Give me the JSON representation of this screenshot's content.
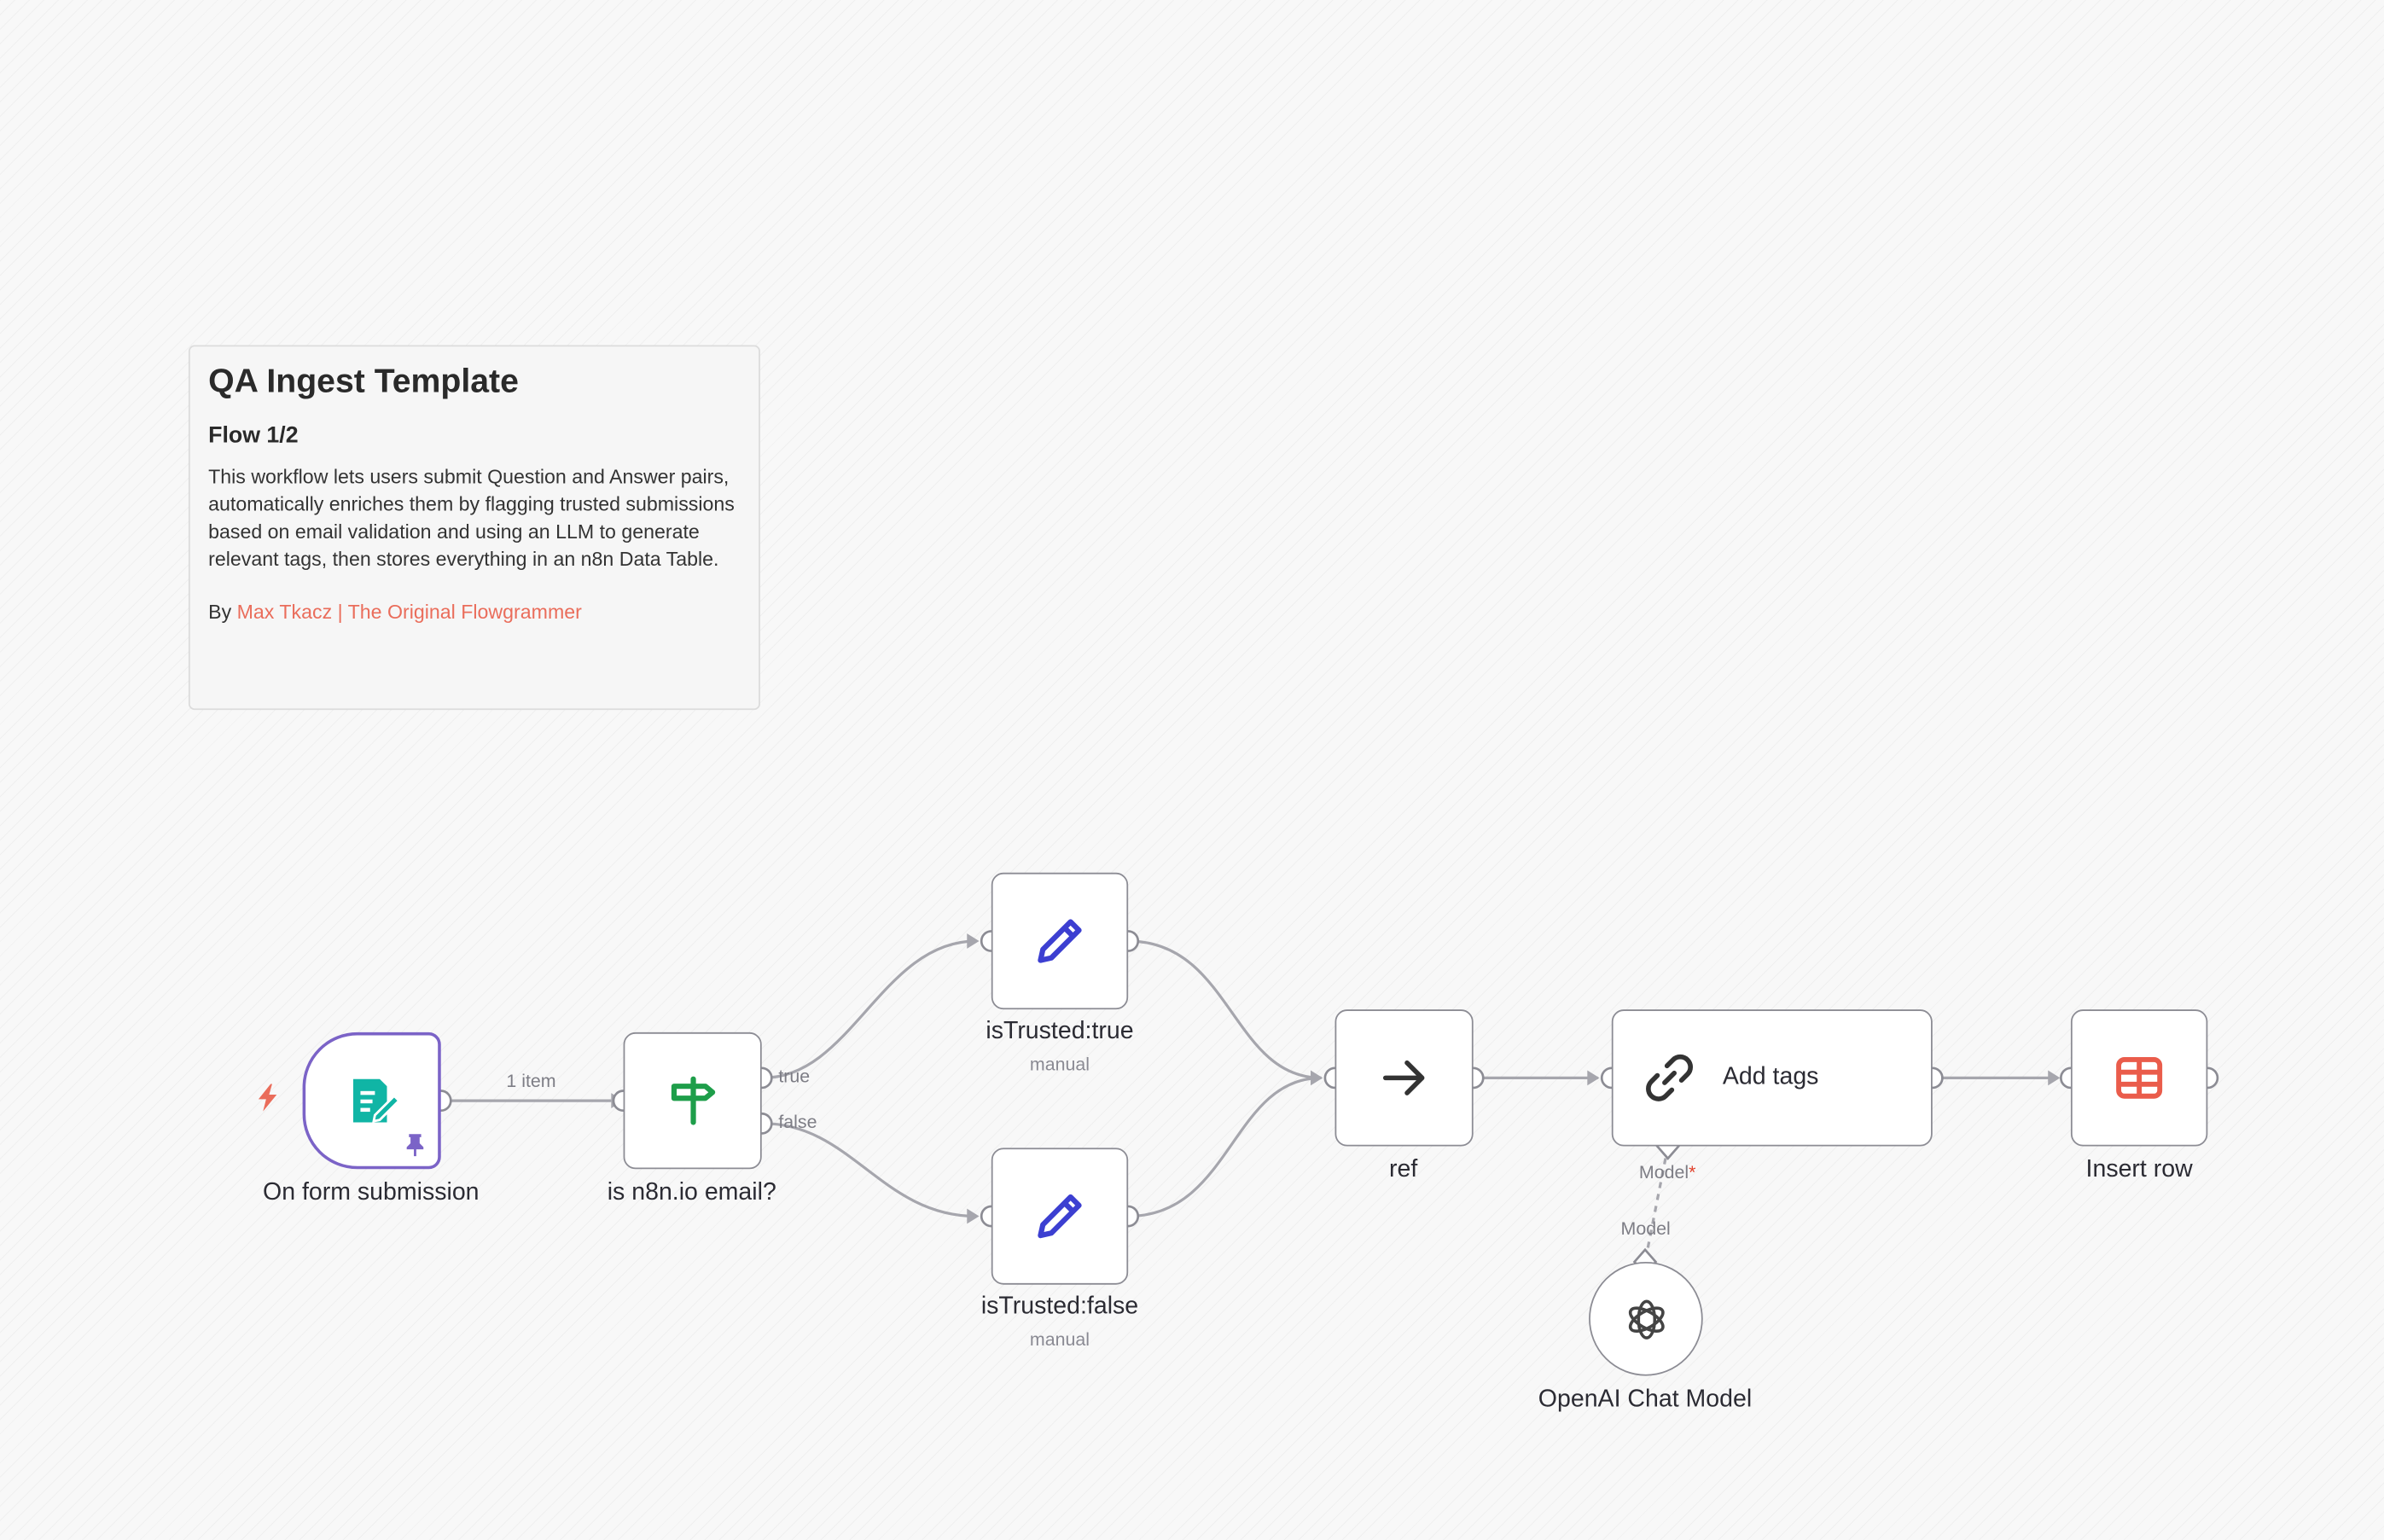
{
  "sticky": {
    "title": "QA Ingest Template",
    "subtitle": "Flow 1/2",
    "body": "This workflow lets users submit Question and Answer pairs, automatically enriches them by flagging trusted submissions based on email validation and using an LLM to generate relevant tags, then stores everything in an n8n Data Table.",
    "by_prefix": "By ",
    "author": "Max Tkacz | The Original Flowgrammer"
  },
  "nodes": {
    "form": {
      "label": "On form submission",
      "icon": "form-pen-icon",
      "color": "#10b5a5",
      "accent": "#7b63c7"
    },
    "if": {
      "label": "is n8n.io email?",
      "icon": "signpost-icon",
      "color": "#1e9e4a"
    },
    "trusted_true": {
      "label": "isTrusted:true",
      "sub": "manual",
      "icon": "pencil-icon",
      "color": "#3c3fd1"
    },
    "trusted_false": {
      "label": "isTrusted:false",
      "sub": "manual",
      "icon": "pencil-icon",
      "color": "#3c3fd1"
    },
    "ref": {
      "label": "ref",
      "icon": "arrow-right-icon"
    },
    "add_tags": {
      "label": "Add tags",
      "icon": "link-icon",
      "model_port": "Model",
      "required_mark": "*"
    },
    "insert_row": {
      "label": "Insert row",
      "icon": "table-icon",
      "color": "#ea5c4b"
    },
    "openai": {
      "label": "OpenAI Chat Model",
      "icon": "openai-icon",
      "port": "Model"
    }
  },
  "edges": {
    "items_label": "1 item",
    "true_label": "true",
    "false_label": "false"
  },
  "colors": {
    "trigger_bolt": "#ea6d5b",
    "edge": "#a6a6ad"
  }
}
